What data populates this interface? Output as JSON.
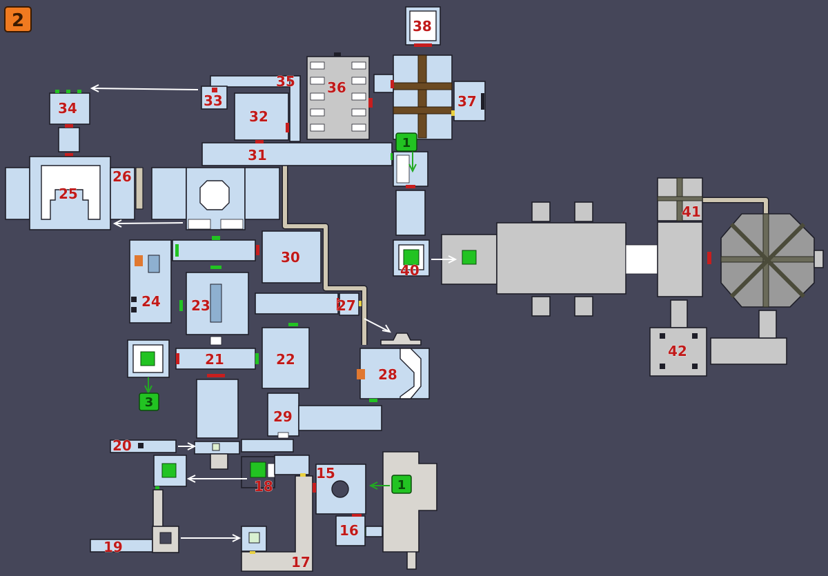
{
  "level_badge": "2",
  "room_labels": [
    "15",
    "16",
    "17",
    "18",
    "19",
    "20",
    "21",
    "22",
    "23",
    "24",
    "25",
    "26",
    "27",
    "28",
    "29",
    "30",
    "31",
    "32",
    "33",
    "34",
    "35",
    "36",
    "37",
    "38",
    "40",
    "41",
    "42"
  ],
  "markers": {
    "to_level_1_top": "1",
    "to_level_1_bottom": "1",
    "to_level_3": "3"
  },
  "colors": {
    "background": "#454659",
    "room": "#c8dcf0",
    "label": "#c01a1a",
    "marker": "#22c322",
    "badge": "#f07a20"
  },
  "icons": [
    "lift-icon",
    "arrow-icon",
    "stairs-icon"
  ]
}
